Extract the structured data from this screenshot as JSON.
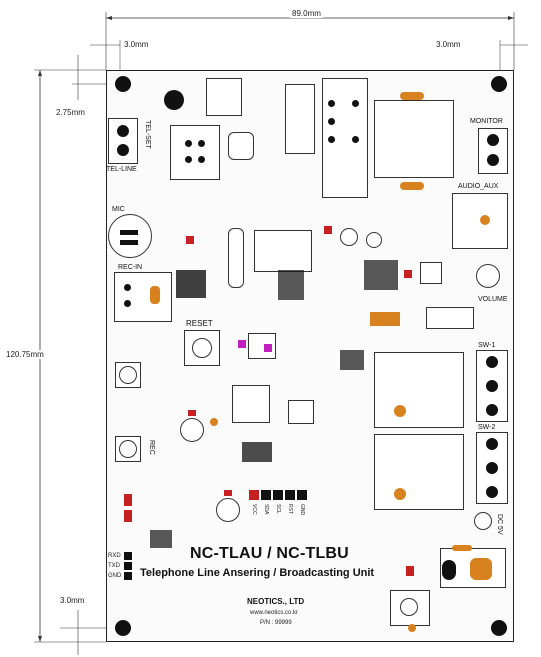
{
  "dimensions": {
    "board_width": "89.0mm",
    "margin_left": "3.0mm",
    "margin_right": "3.0mm",
    "top_offset": "2.75mm",
    "board_height": "120.75mm",
    "bottom_offset": "3.0mm"
  },
  "connectors": {
    "tel_line": "TEL-LINE",
    "tel_set": "TEL-SET",
    "mic": "MIC",
    "rec_in": "REC-IN",
    "monitor": "MONITOR",
    "audio_aux": "AUDIO_AUX",
    "volume": "VOLUME",
    "sw1": "SW-1",
    "sw2": "SW-2",
    "power": "DC 5V",
    "reset": "RESET",
    "rec": "REC"
  },
  "header_pins": [
    "VCC",
    "SDA",
    "SCL",
    "RST",
    "GND"
  ],
  "side_pins": [
    "RXD",
    "TXD",
    "GND"
  ],
  "product_title": "NC-TLAU / NC-TLBU",
  "product_subtitle": "Telephone Line Ansering / Broadcasting Unit",
  "company": "NEOTICS., LTD",
  "website": "www.neotics.co.kr",
  "pn": "P/N : 99999"
}
